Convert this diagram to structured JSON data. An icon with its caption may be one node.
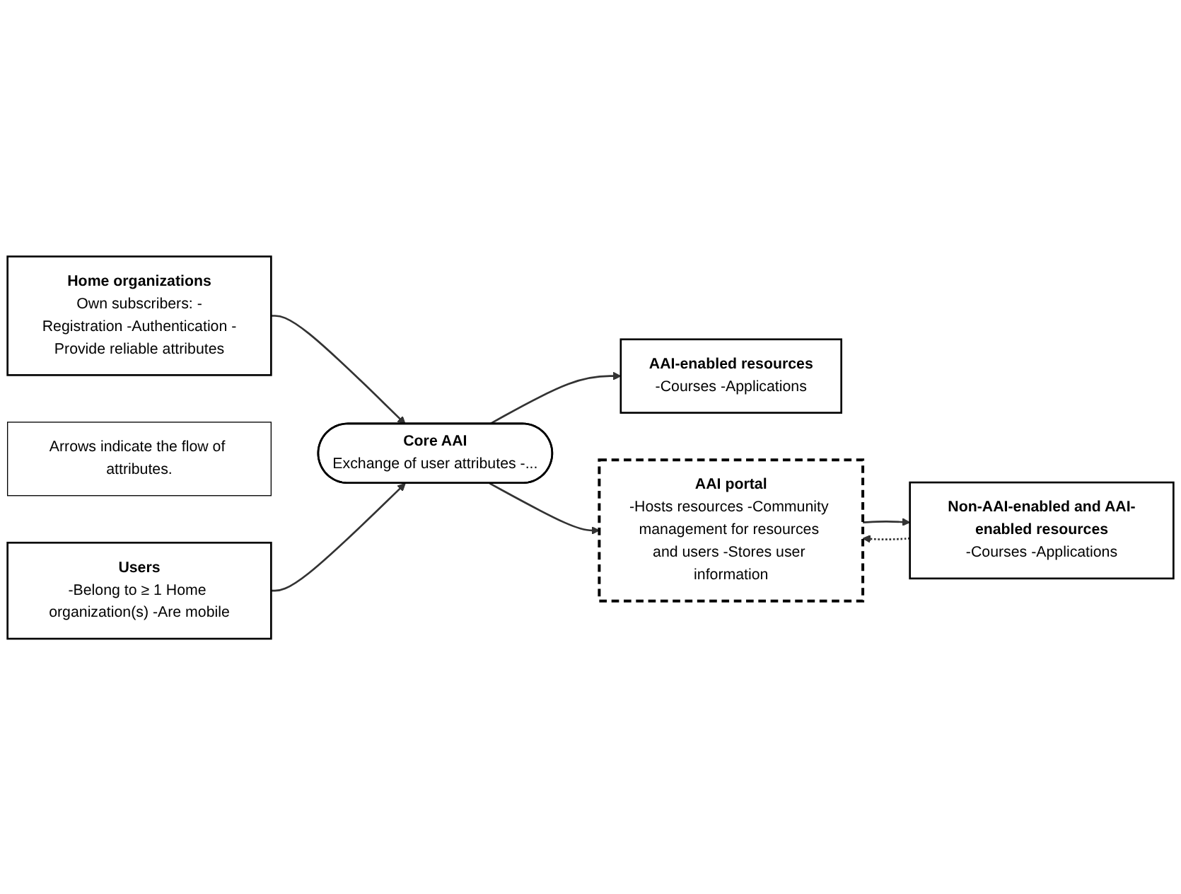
{
  "diagram": {
    "nodes": [
      {
        "text": [
          "Home organizations",
          "Own subscribers: -Registration -Authentication -Provide reliable attributes"
        ]
      },
      {
        "text": [
          "AAI-enabled resources",
          "-Courses -Applications"
        ]
      },
      {
        "text": [
          "Arrows indicate the flow of attributes."
        ]
      },
      {
        "text": [
          "Core AAI",
          "Exchange of user attributes -..."
        ]
      },
      {
        "text": [
          "AAI portal",
          "-Hosts resources -Community management for resources and users -Stores user information"
        ]
      },
      {
        "text": [
          "Users",
          "-Belong to ≥ 1 Home organization(s) -Are mobile"
        ]
      },
      {
        "text": [
          "Non-AAI-enabled and AAI-enabled resources",
          "-Courses -Applications"
        ]
      }
    ],
    "edges": [
      {
        "from": 0,
        "to": 3,
        "arrow": "to"
      },
      {
        "from": 3,
        "to": 1,
        "arrow": "to"
      },
      {
        "from": 3,
        "to": 4,
        "arrow": "to"
      },
      {
        "from": 5,
        "to": 3,
        "arrow": "to"
      },
      {
        "from": 6,
        "to": 4,
        "arrow": "to",
        "style": "dashed"
      },
      {
        "from": 4,
        "to": 6,
        "arrow": "to"
      }
    ]
  }
}
